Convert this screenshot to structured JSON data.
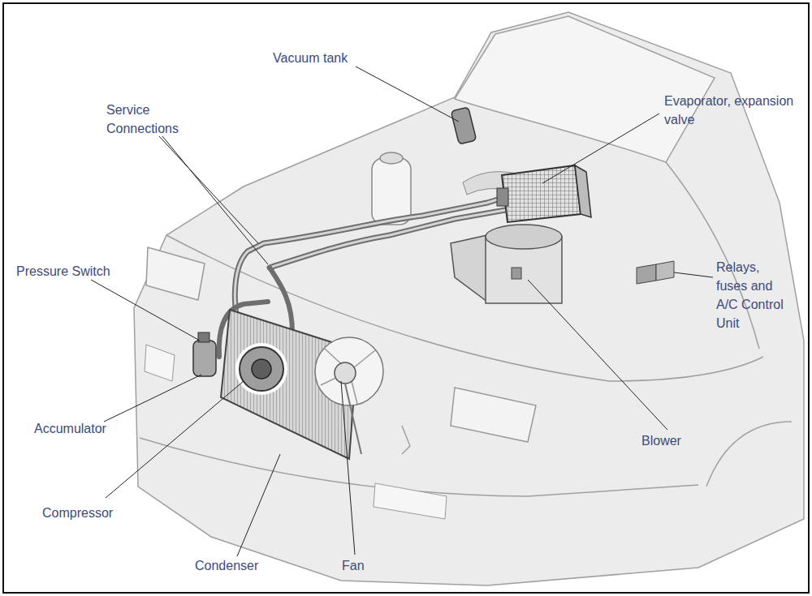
{
  "diagram": {
    "labels": [
      "Vacuum tank",
      "Service Connections",
      "Evaporator, expansion valve",
      "Pressure Switch",
      "Relays, fuses and A/C Control Unit",
      "Accumulator",
      "Compressor",
      "Blower",
      "Condenser",
      "Fan"
    ]
  }
}
